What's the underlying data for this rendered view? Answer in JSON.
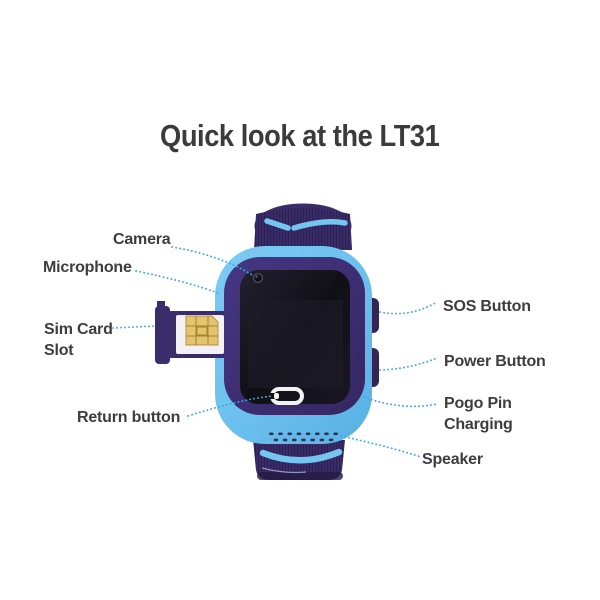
{
  "title": "Quick look at the LT31",
  "labels": {
    "camera": "Camera",
    "microphone": "Microphone",
    "sim_card": [
      "Sim Card",
      "Slot"
    ],
    "return_button": "Return button",
    "sos_button": "SOS Button",
    "power_button": "Power Button",
    "pogo_pin": [
      "Pogo Pin",
      "Charging"
    ],
    "speaker": "Speaker"
  },
  "device": {
    "screen_icons": [
      "camera-lens",
      "return-icon"
    ],
    "colors": {
      "case_blue": "#6FC2EF",
      "strap_purple": "#3A2C68",
      "bezel_purple": "#3B2D6C",
      "screen_black": "#121218",
      "sim_gold": "#E5C46F",
      "leader_line": "#3FA9DC",
      "label_text": "#3D3D3D",
      "title_text": "#3B3B3B"
    }
  }
}
